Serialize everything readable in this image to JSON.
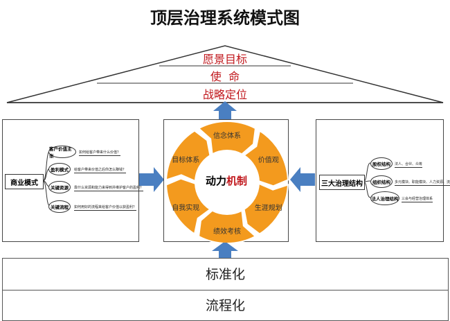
{
  "title": "顶层治理系统模式图",
  "roof": {
    "vision": "愿景目标",
    "mission": "使  命",
    "strategy": "战略定位"
  },
  "left": {
    "label": "商业模式",
    "items": [
      {
        "name": "客户价值主张",
        "desc": "如何给客户带来什么价值？"
      },
      {
        "name": "盈利模式",
        "desc": "给客户带来价值之后你怎么赚钱？"
      },
      {
        "name": "关键资源",
        "desc": "靠什么资源和能力来得到并维护客户的盈利？"
      },
      {
        "name": "关键流程",
        "desc": "如何用好的流程来给客户价值以获盈利？"
      }
    ]
  },
  "center": {
    "label_a": "动力",
    "label_b": "机制",
    "segments": [
      "信念体系",
      "价值观",
      "生涯规划",
      "绩效考核",
      "自我实现",
      "目标体系"
    ]
  },
  "right": {
    "label": "三大治理结构",
    "items": [
      {
        "name": "股权结构",
        "desc": "法人、合伙、众筹"
      },
      {
        "name": "组织结构",
        "desc": "多元模块、职能模块、人力资源、流程"
      },
      {
        "name": "法人治理结构",
        "desc": "三会与经营治理体系"
      }
    ]
  },
  "bottom": {
    "standard": "标准化",
    "process": "流程化"
  },
  "colors": {
    "accent": "#c0161b",
    "ring": "#f39a1e",
    "arrow": "#4a7fc1"
  }
}
